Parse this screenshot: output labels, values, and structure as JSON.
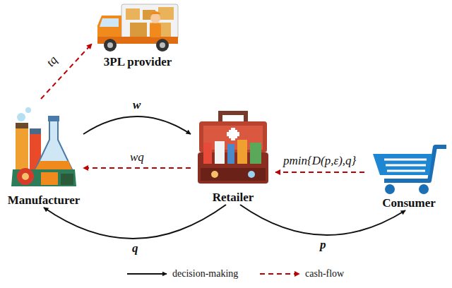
{
  "diagram": {
    "nodes": [
      {
        "text": [
          "3PL provider"
        ]
      },
      {
        "text": [
          "Manufacturer"
        ]
      },
      {
        "text": [
          "Retailer"
        ]
      },
      {
        "text": [
          "Consumer"
        ]
      }
    ],
    "edges": [
      {
        "from": 1,
        "to": 0,
        "label": "tq",
        "arrow": "to"
      },
      {
        "from": 1,
        "to": 2,
        "label": "w",
        "arrow": "to"
      },
      {
        "from": 2,
        "to": 1,
        "label": "wq",
        "arrow": "to"
      },
      {
        "from": 3,
        "to": 2,
        "label": "pmin{D(p,ε),q}",
        "arrow": "to"
      },
      {
        "from": 2,
        "to": 1,
        "label": "q",
        "arrow": "to"
      },
      {
        "from": 2,
        "to": 3,
        "label": "p",
        "arrow": "to"
      }
    ],
    "legend": [
      {
        "text": "decision-making"
      },
      {
        "text": "cash-flow"
      }
    ]
  }
}
